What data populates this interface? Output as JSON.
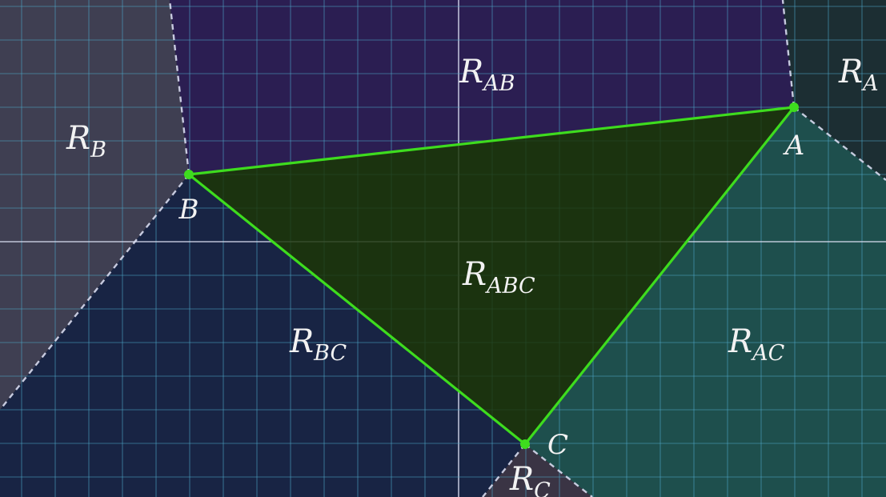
{
  "vertices": [
    {
      "id": "A",
      "label": "A"
    },
    {
      "id": "B",
      "label": "B"
    },
    {
      "id": "C",
      "label": "C"
    }
  ],
  "regions": [
    {
      "id": "RB",
      "main": "R",
      "sub": "B",
      "color": "#3f3f52"
    },
    {
      "id": "RAB",
      "main": "R",
      "sub": "AB",
      "color": "#2b1e52"
    },
    {
      "id": "RA",
      "main": "R",
      "sub": "A",
      "color": "#1c2e33"
    },
    {
      "id": "RBC",
      "main": "R",
      "sub": "BC",
      "color": "#182444"
    },
    {
      "id": "RAC",
      "main": "R",
      "sub": "AC",
      "color": "#1e4f4d"
    },
    {
      "id": "RC",
      "main": "R",
      "sub": "C",
      "color": "#3a3444"
    },
    {
      "id": "RABC",
      "main": "R",
      "sub": "ABC",
      "color": "#1f3a0e"
    }
  ],
  "colors": {
    "triangle_edge": "#3edc1e",
    "vertex_dot": "#3edc1e",
    "boundary": "#d8dcf0",
    "grid_line": "#4fa8c8",
    "axis_line": "#d8dcee",
    "label_text": "#f2f2f2",
    "vertex_label_text": "#d0e4e8"
  }
}
